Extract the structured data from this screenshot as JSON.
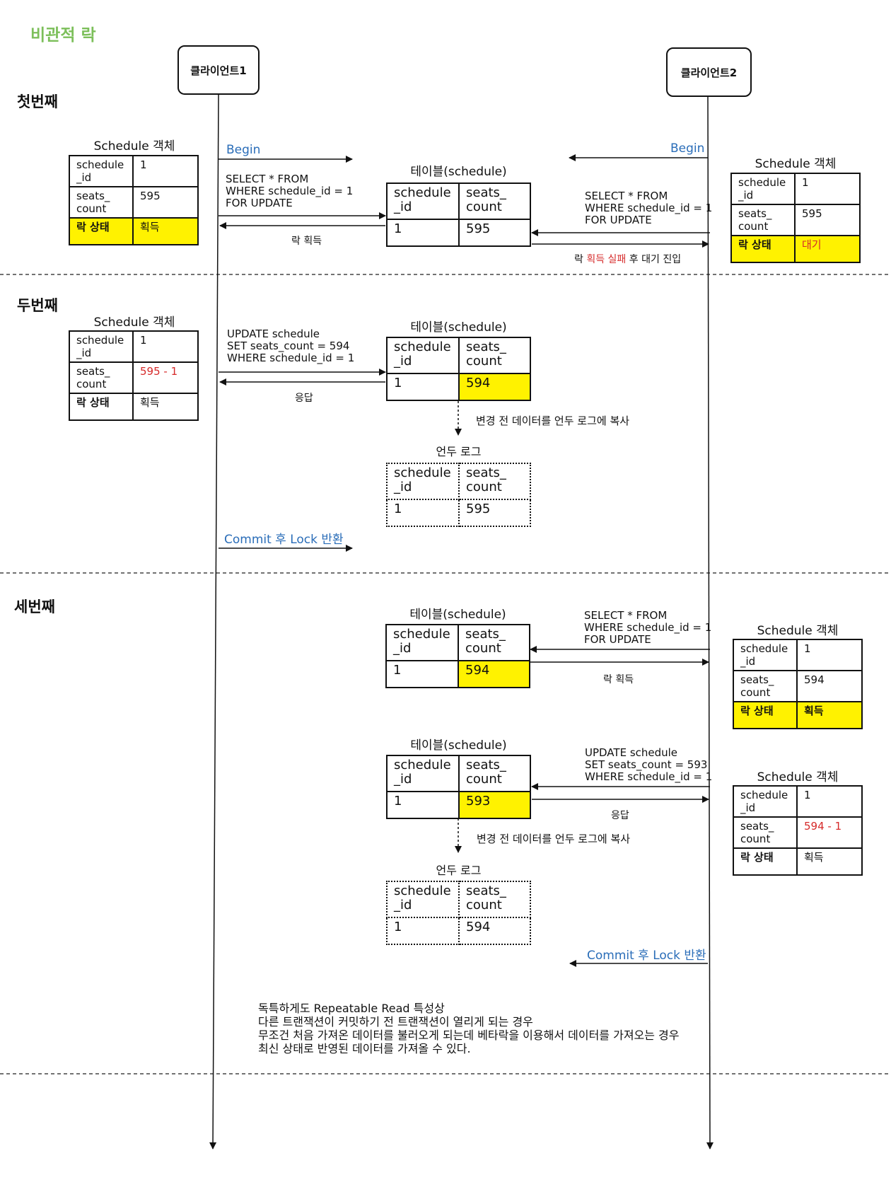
{
  "title": "비관적 락",
  "clients": {
    "c1": "클라이언트1",
    "c2": "클라이언트2"
  },
  "sections": {
    "s1": "첫번째",
    "s2": "두번째",
    "s3": "세번째"
  },
  "labels": {
    "schedule_object": "Schedule 객체",
    "table_schedule": "테이블(schedule)",
    "undo_log": "언두 로그",
    "begin": "Begin",
    "commit": "Commit 후 Lock 반환",
    "lock_acquired": "락 획득",
    "response": "응답",
    "copy_to_undo": "변경 전 데이터를 언두 로그에 복사",
    "lock_fail_pre": "락 ",
    "lock_fail_red": "획득 실패",
    "lock_fail_post": " 후 대기 진입"
  },
  "fields": {
    "schedule_id": "schedule _id",
    "seats_count": "seats_ count",
    "lock_state": "락 상태"
  },
  "values": {
    "id": "1",
    "v595": "595",
    "v594": "594",
    "v593": "593",
    "acquired": "획득",
    "waiting": "대기",
    "v595m1": "595 - 1",
    "v594m1": "594 - 1"
  },
  "sql": {
    "select_for_update": "SELECT * FROM\nWHERE schedule_id = 1\nFOR UPDATE",
    "update_594": "UPDATE schedule\nSET seats_count = 594\nWHERE schedule_id = 1",
    "update_593": "UPDATE schedule\nSET seats_count = 593\nWHERE schedule_id = 1"
  },
  "note": [
    "독특하게도 Repeatable Read 특성상",
    "다른 트랜잭션이 커밋하기 전 트랜잭션이 열리게 되는 경우",
    "무조건 처음 가져온 데이터를 불러오게 되는데 베타락을 이용해서 데이터를 가져오는 경우",
    "최신 상태로 반영된 데이터를 가져올 수 있다."
  ],
  "colors": {
    "title": "#7cbf5a",
    "link": "#2a6db8",
    "highlight": "#fff200",
    "alert": "#d62a2a"
  }
}
